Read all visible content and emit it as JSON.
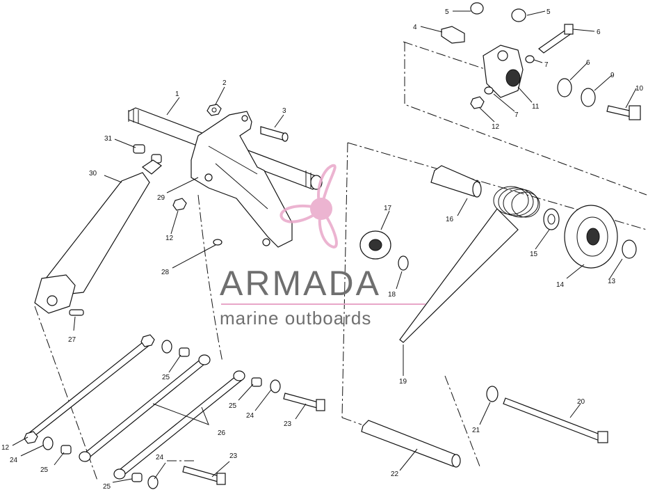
{
  "diagram": {
    "callouts": [
      {
        "id": "c1",
        "text": "1"
      },
      {
        "id": "c2",
        "text": "2"
      },
      {
        "id": "c3",
        "text": "3"
      },
      {
        "id": "c4",
        "text": "4"
      },
      {
        "id": "c5a",
        "text": "5"
      },
      {
        "id": "c5b",
        "text": "5"
      },
      {
        "id": "c6a",
        "text": "6"
      },
      {
        "id": "c6b",
        "text": "6"
      },
      {
        "id": "c7a",
        "text": "7"
      },
      {
        "id": "c7b",
        "text": "7"
      },
      {
        "id": "c9",
        "text": "9"
      },
      {
        "id": "c10",
        "text": "10"
      },
      {
        "id": "c11",
        "text": "11"
      },
      {
        "id": "c12a",
        "text": "12"
      },
      {
        "id": "c12b",
        "text": "12"
      },
      {
        "id": "c12c",
        "text": "12"
      },
      {
        "id": "c13",
        "text": "13"
      },
      {
        "id": "c14",
        "text": "14"
      },
      {
        "id": "c15",
        "text": "15"
      },
      {
        "id": "c16",
        "text": "16"
      },
      {
        "id": "c17",
        "text": "17"
      },
      {
        "id": "c18",
        "text": "18"
      },
      {
        "id": "c19",
        "text": "19"
      },
      {
        "id": "c20",
        "text": "20"
      },
      {
        "id": "c21",
        "text": "21"
      },
      {
        "id": "c22",
        "text": "22"
      },
      {
        "id": "c23a",
        "text": "23"
      },
      {
        "id": "c23b",
        "text": "23"
      },
      {
        "id": "c24a",
        "text": "24"
      },
      {
        "id": "c24b",
        "text": "24"
      },
      {
        "id": "c24c",
        "text": "24"
      },
      {
        "id": "c25a",
        "text": "25"
      },
      {
        "id": "c25b",
        "text": "25"
      },
      {
        "id": "c25c",
        "text": "25"
      },
      {
        "id": "c25d",
        "text": "25"
      },
      {
        "id": "c26",
        "text": "26"
      },
      {
        "id": "c27",
        "text": "27"
      },
      {
        "id": "c28",
        "text": "28"
      },
      {
        "id": "c29",
        "text": "29"
      },
      {
        "id": "c30",
        "text": "30"
      },
      {
        "id": "c31",
        "text": "31"
      }
    ]
  },
  "watermark": {
    "brand": "ARMADA",
    "tagline": "marine outboards",
    "colors": {
      "text": "#6f6f6f",
      "accent": "#e8a6c8",
      "propeller": "#e9a7c9"
    },
    "icon": "propeller-logo-icon"
  }
}
